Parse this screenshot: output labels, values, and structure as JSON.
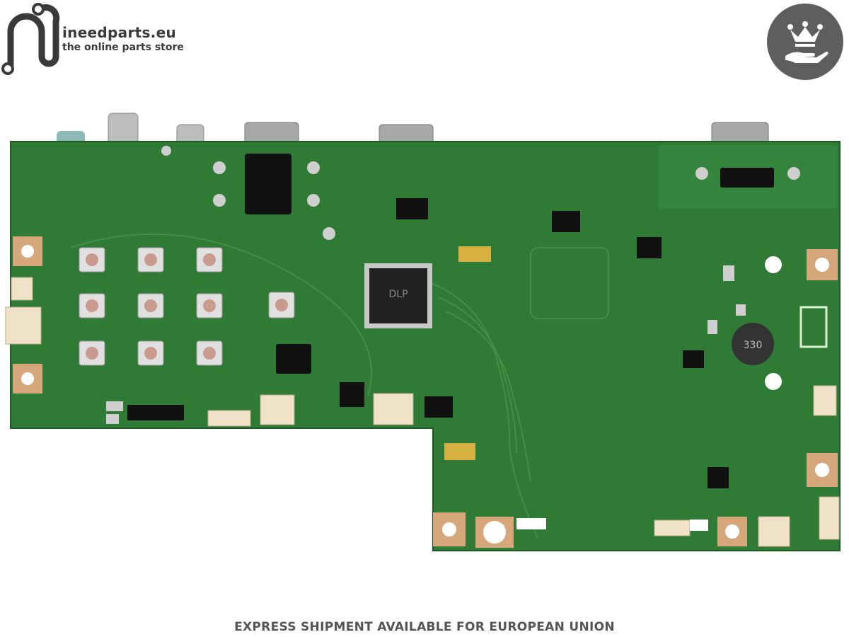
{
  "brand": {
    "name": "ineedparts.eu",
    "tagline": "the online parts store",
    "logo_icon": "circuit-n-icon",
    "color": "#3a3a3a"
  },
  "badge": {
    "icon": "crown-on-hand-icon",
    "color": "#5e5e5e"
  },
  "product_image": {
    "board_color": "#2f7a35",
    "chip_label": "DLP"
  },
  "footer": {
    "text": "EXPRESS SHIPMENT AVAILABLE FOR EUROPEAN UNION"
  }
}
